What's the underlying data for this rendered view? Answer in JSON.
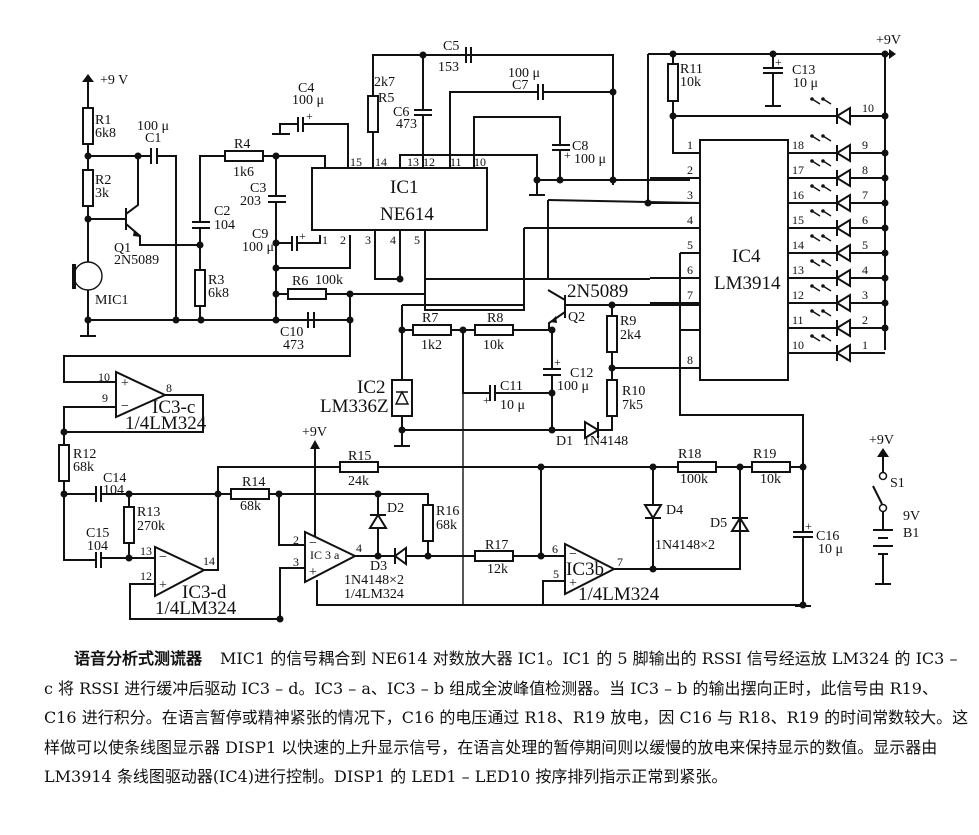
{
  "supply": {
    "vcc_label": "+9 V",
    "vcc_label_alt": "+9V"
  },
  "components": {
    "R1": {
      "ref": "R1",
      "value": "6k8"
    },
    "R2": {
      "ref": "R2",
      "value": "3k"
    },
    "R3": {
      "ref": "R3",
      "value": "6k8"
    },
    "R4": {
      "ref": "R4",
      "value": "1k6"
    },
    "R5": {
      "ref": "R5",
      "value": "2k7"
    },
    "R6": {
      "ref": "R6",
      "value": "100k"
    },
    "R7": {
      "ref": "R7",
      "value": "1k2"
    },
    "R8": {
      "ref": "R8",
      "value": "10k"
    },
    "R9": {
      "ref": "R9",
      "value": "2k4"
    },
    "R10": {
      "ref": "R10",
      "value": "7k5"
    },
    "R11": {
      "ref": "R11",
      "value": "10k"
    },
    "R12": {
      "ref": "R12",
      "value": "68k"
    },
    "R13": {
      "ref": "R13",
      "value": "270k"
    },
    "R14": {
      "ref": "R14",
      "value": "68k"
    },
    "R15": {
      "ref": "R15",
      "value": "24k"
    },
    "R16": {
      "ref": "R16",
      "value": "68k"
    },
    "R17": {
      "ref": "R17",
      "value": "12k"
    },
    "R18": {
      "ref": "R18",
      "value": "100k"
    },
    "R19": {
      "ref": "R19",
      "value": "10k"
    },
    "C1": {
      "ref": "C1",
      "value": "100 μ"
    },
    "C2": {
      "ref": "C2",
      "value": "104"
    },
    "C3": {
      "ref": "C3",
      "value": "203"
    },
    "C4": {
      "ref": "C4",
      "value": "100 μ"
    },
    "C5": {
      "ref": "C5",
      "value": "153"
    },
    "C6": {
      "ref": "C6",
      "value": "473"
    },
    "C7": {
      "ref": "C7",
      "value": "100 μ"
    },
    "C8": {
      "ref": "C8",
      "value": "100 μ"
    },
    "C9": {
      "ref": "C9",
      "value": "100 μ"
    },
    "C10": {
      "ref": "C10",
      "value": "473"
    },
    "C11": {
      "ref": "C11",
      "value": "10 μ"
    },
    "C12": {
      "ref": "C12",
      "value": "100 μ"
    },
    "C13": {
      "ref": "C13",
      "value": "10 μ"
    },
    "C14": {
      "ref": "C14",
      "value": "104"
    },
    "C15": {
      "ref": "C15",
      "value": "104"
    },
    "C16": {
      "ref": "C16",
      "value": "10 μ"
    },
    "Q1": {
      "ref": "Q1",
      "value": "2N5089"
    },
    "Q2": {
      "ref": "Q2",
      "value": "2N5089"
    },
    "MIC1": {
      "ref": "MIC1"
    },
    "IC1": {
      "ref": "IC1",
      "value": "NE614",
      "pins_top": [
        "15",
        "14",
        "13",
        "12",
        "11",
        "10"
      ],
      "pins_bottom": [
        "1",
        "2",
        "3",
        "4",
        "5"
      ]
    },
    "IC2": {
      "ref": "IC2",
      "value": "LM336Z"
    },
    "IC3a": {
      "ref": "IC 3 a",
      "value": "1/4LM324",
      "pins": [
        "2",
        "3",
        "4"
      ]
    },
    "IC3b": {
      "ref": "IC3b",
      "value": "1/4LM324",
      "pins": [
        "6",
        "5",
        "7"
      ]
    },
    "IC3c": {
      "ref": "IC3-c",
      "value": "1/4LM324",
      "pins": [
        "10",
        "9",
        "8"
      ]
    },
    "IC3d": {
      "ref": "IC3-d",
      "value": "1/4LM324",
      "pins": [
        "13",
        "12",
        "14"
      ]
    },
    "IC4": {
      "ref": "IC4",
      "value": "LM3914",
      "pins_left": [
        "1",
        "2",
        "3",
        "4",
        "5",
        "6",
        "7",
        "8"
      ],
      "pins_right": [
        "18",
        "17",
        "16",
        "15",
        "14",
        "13",
        "12",
        "11",
        "10"
      ]
    },
    "D1": {
      "ref": "D1",
      "value": "1N4148"
    },
    "D2": {
      "ref": "D2"
    },
    "D3": {
      "ref": "D3",
      "value": "1N4148×2"
    },
    "D4": {
      "ref": "D4"
    },
    "D5": {
      "ref": "D5",
      "value": "1N4148×2"
    },
    "S1": {
      "ref": "S1"
    },
    "B1": {
      "ref": "B1",
      "value": "9V"
    },
    "LEDs": [
      "10",
      "9",
      "8",
      "7",
      "6",
      "5",
      "4",
      "3",
      "2",
      "1"
    ]
  },
  "caption": {
    "title": "语音分析式测谎器",
    "body": "MIC1 的信号耦合到 NE614 对数放大器 IC1。IC1 的 5 脚输出的 RSSI 信号经运放 LM324 的 IC3 – c 将 RSSI 进行缓冲后驱动 IC3 – d。IC3 – a、IC3 – b 组成全波峰值检测器。当 IC3 – b 的输出摆向正时，此信号由 R19、C16 进行积分。在语言暂停或精神紧张的情况下，C16 的电压通过 R18、R19 放电，因 C16 与 R18、R19 的时间常数较大。这样做可以使条线图显示器 DISP1 以快速的上升显示信号，在语言处理的暂停期间则以缓慢的放电来保持显示的数值。显示器由 LM3914 条线图驱动器(IC4)进行控制。DISP1 的 LED1 – LED10 按序排列指示正常到紧张。"
  }
}
